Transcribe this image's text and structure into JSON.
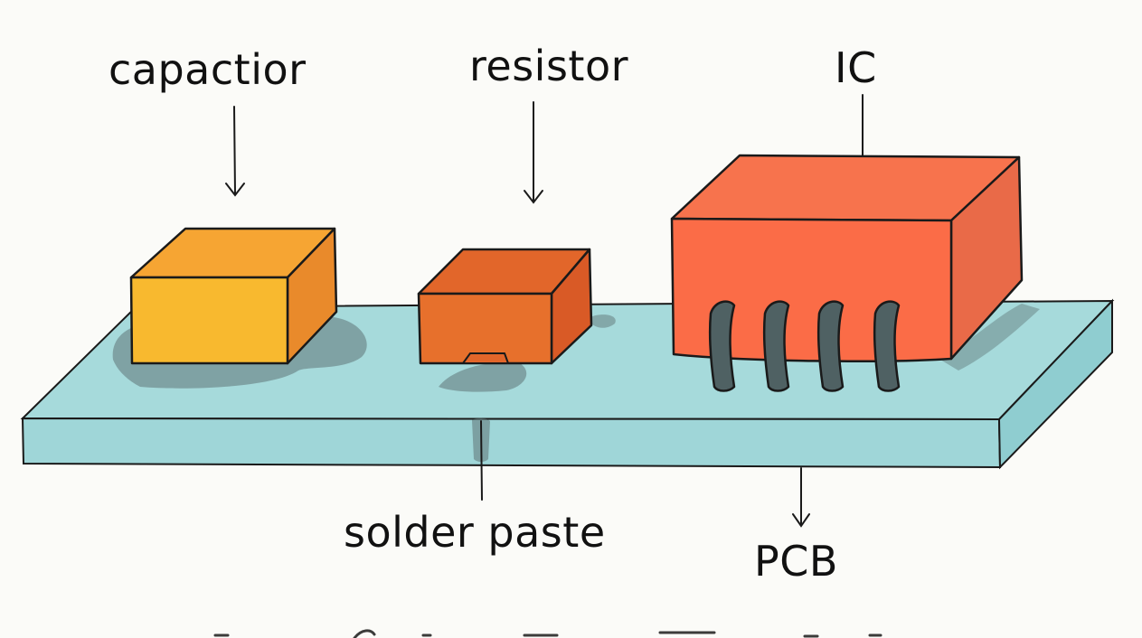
{
  "labels": {
    "capacitor": "capactior",
    "resistor": "resistor",
    "ic": "IC",
    "solder_paste": "solder paste",
    "pcb": "PCB"
  },
  "colors": {
    "background": "#fbfbf8",
    "pcb_top": "#a6dadb",
    "pcb_front": "#9fd6d8",
    "pcb_side": "#8fcdd0",
    "capacitor_front": "#f8b92f",
    "capacitor_top": "#f6a533",
    "capacitor_side": "#e98a2b",
    "resistor_front": "#e7702c",
    "resistor_top": "#e2662a",
    "resistor_side": "#d95a26",
    "ic_front": "#fb6c47",
    "ic_top": "#f7734d",
    "ic_side": "#e96a48",
    "ic_pins": "#4f6163",
    "solder_paste": "#5f7577",
    "outline": "#1a1a1a"
  }
}
